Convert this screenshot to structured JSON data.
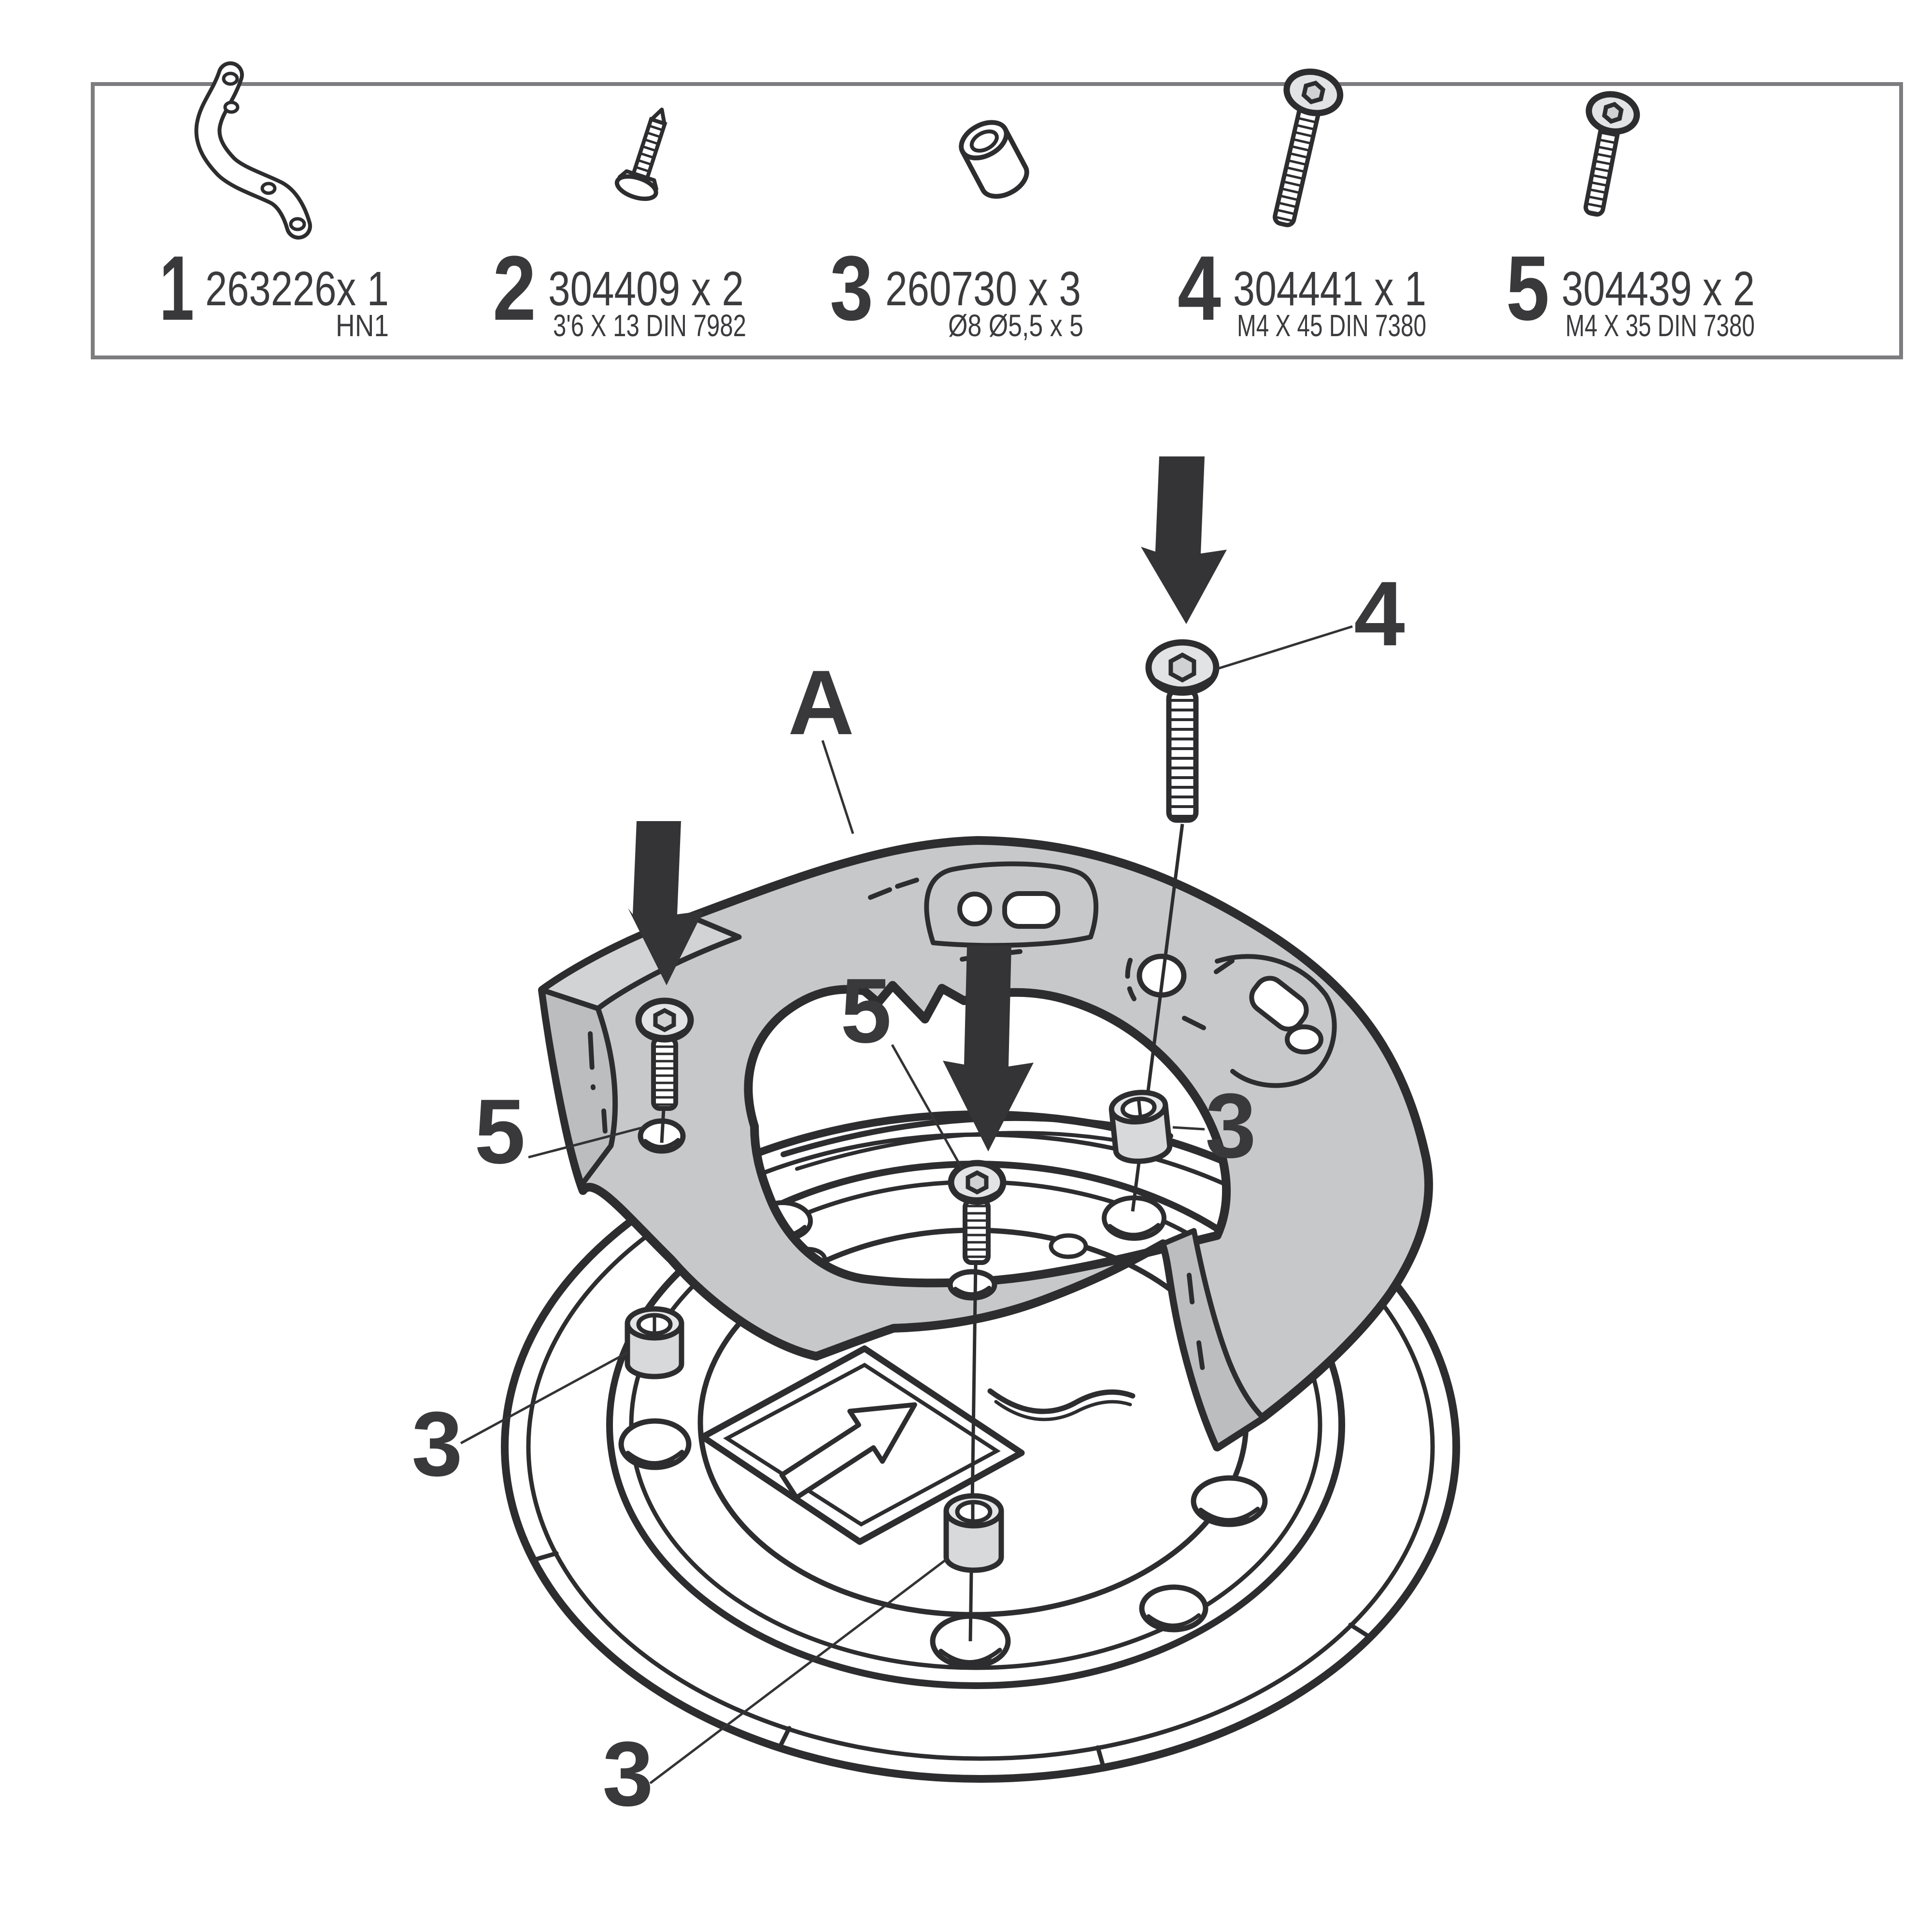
{
  "parts_box": {
    "items": [
      {
        "num": "1",
        "code": "263226x 1",
        "spec": "HN1",
        "icon": "bracket-icon"
      },
      {
        "num": "2",
        "code": "304409 x 2",
        "spec": "3'6 X 13 DIN 7982",
        "icon": "screw-icon"
      },
      {
        "num": "3",
        "code": "260730 x 3",
        "spec": "Ø8 Ø5,5 x 5",
        "icon": "spacer-icon"
      },
      {
        "num": "4",
        "code": "304441 x 1",
        "spec": "M4 X 45 DIN 7380",
        "icon": "long-bolt-icon"
      },
      {
        "num": "5",
        "code": "304439 x 2",
        "spec": "M4 X 35 DIN 7380",
        "icon": "short-bolt-icon"
      }
    ]
  },
  "diagram": {
    "callouts": {
      "adapter": "A",
      "long_bolt": "4",
      "short_bolt_left": "5",
      "short_bolt_center": "5",
      "spacer_right": "3",
      "spacer_left": "3",
      "spacer_bottom": "3"
    }
  },
  "colors": {
    "outline": "#2d2d2f",
    "ring_fill": "#c7c8ca",
    "ring_side": "#bcbdbf",
    "arrow": "#343437",
    "label": "#39393c",
    "box_border": "#7d7d7f",
    "spacer_fill": "#d8d9db"
  }
}
